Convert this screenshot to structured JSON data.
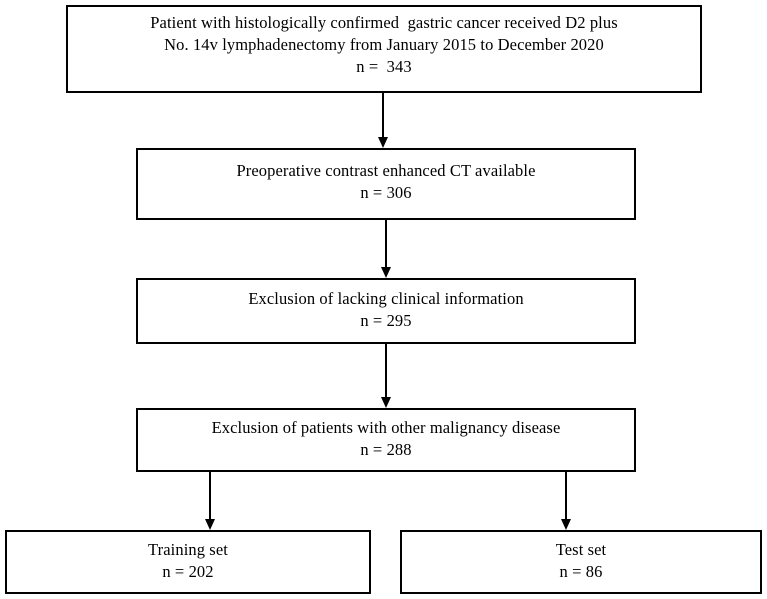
{
  "figure": {
    "type": "flowchart",
    "orientation": "top-to-bottom",
    "background_color": "#ffffff",
    "line_color": "#000000",
    "text_color": "#000000"
  },
  "nodes": [
    {
      "id": "enrolled",
      "name": "enrolled-patients-box",
      "lines": [
        "Patient with histologically confirmed  gastric cancer received D2 plus",
        "No. 14v lymphadenectomy from January 2015 to December 2020",
        "n =  343"
      ],
      "count_label": "n =  343",
      "count": 343
    },
    {
      "id": "ct",
      "name": "ct-available-box",
      "lines": [
        "Preoperative contrast enhanced CT available",
        "n = 306"
      ],
      "count_label": "n = 306",
      "count": 306
    },
    {
      "id": "clinical",
      "name": "clinical-information-exclusion-box",
      "lines": [
        "Exclusion of lacking clinical information",
        "n = 295"
      ],
      "count_label": "n = 295",
      "count": 295
    },
    {
      "id": "malignancy",
      "name": "other-malignancy-exclusion-box",
      "lines": [
        "Exclusion of patients with other malignancy disease",
        "n = 288"
      ],
      "count_label": "n = 288",
      "count": 288
    },
    {
      "id": "training",
      "name": "training-set-box",
      "lines": [
        "Training set",
        "n = 202"
      ],
      "count_label": "n = 202",
      "count": 202
    },
    {
      "id": "test",
      "name": "test-set-box",
      "lines": [
        "Test set",
        "n = 86"
      ],
      "count_label": "n = 86",
      "count": 86
    }
  ],
  "connectors": [
    {
      "id": "enrolled-ct",
      "from": "enrolled",
      "to": "ct",
      "style": "arrow-down"
    },
    {
      "id": "ct-clinical",
      "from": "ct",
      "to": "clinical",
      "style": "arrow-down"
    },
    {
      "id": "clinical-mal",
      "from": "clinical",
      "to": "malignancy",
      "style": "arrow-down"
    },
    {
      "id": "mal-training",
      "from": "malignancy",
      "to": "training",
      "style": "arrow-down"
    },
    {
      "id": "mal-test",
      "from": "malignancy",
      "to": "test",
      "style": "arrow-down"
    }
  ]
}
